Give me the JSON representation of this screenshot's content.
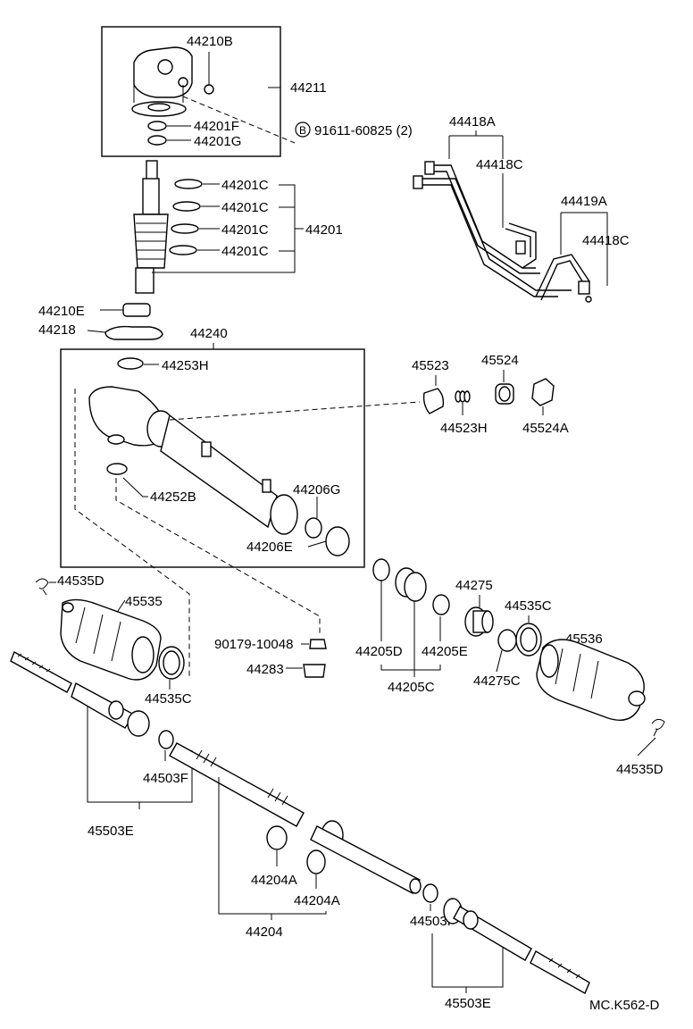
{
  "diagram": {
    "labels": {
      "p44210B": "44210B",
      "p44211": "44211",
      "p44201F": "44201F",
      "p44201G": "44201G",
      "bolt_letter": "B",
      "p91611": "91611-60825 (2)",
      "p44201C_1": "44201C",
      "p44201C_2": "44201C",
      "p44201C_3": "44201C",
      "p44201C_4": "44201C",
      "p44201": "44201",
      "p44210E": "44210E",
      "p44218": "44218",
      "p44240": "44240",
      "p44253H": "44253H",
      "p44252B": "44252B",
      "p44206G": "44206G",
      "p44206E": "44206E",
      "p44418A": "44418A",
      "p44418C_1": "44418C",
      "p44419A": "44419A",
      "p44418C_2": "44418C",
      "p45523": "45523",
      "p45524": "45524",
      "p44523H": "44523H",
      "p45524A": "45524A",
      "p44535D_1": "44535D",
      "p45535": "45535",
      "p44535C_1": "44535C",
      "p90179": "90179-10048",
      "p44283": "44283",
      "p44275": "44275",
      "p44535C_2": "44535C",
      "p45536": "45536",
      "p44205D": "44205D",
      "p44205E": "44205E",
      "p44275C": "44275C",
      "p44205C": "44205C",
      "p44535D_2": "44535D",
      "p44503F_1": "44503F",
      "p45503E_1": "45503E",
      "p44204A_1": "44204A",
      "p44204A_2": "44204A",
      "p44204": "44204",
      "p44503F_2": "44503F",
      "p45503E_2": "45503E",
      "code": "MC.K562-D"
    }
  }
}
